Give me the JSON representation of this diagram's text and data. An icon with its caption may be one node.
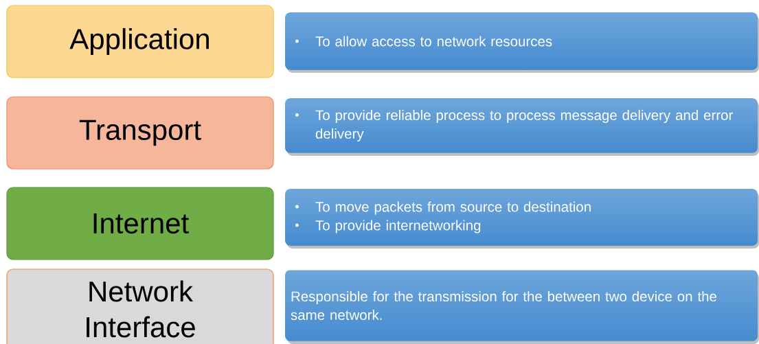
{
  "diagram": {
    "nodes": [
      {
        "text": [
          "Application"
        ]
      },
      {
        "text": [
          "To allow access to network resources"
        ]
      },
      {
        "text": [
          "Transport"
        ]
      },
      {
        "text": [
          "To provide reliable process to process message delivery and error delivery"
        ]
      },
      {
        "text": [
          "Internet"
        ]
      },
      {
        "text": [
          "To move packets from source to destination",
          "To provide internetworking"
        ]
      },
      {
        "text": [
          "Network Interface"
        ]
      },
      {
        "text": [
          "Responsible for the transmission for the between two device on the same network."
        ]
      }
    ]
  }
}
